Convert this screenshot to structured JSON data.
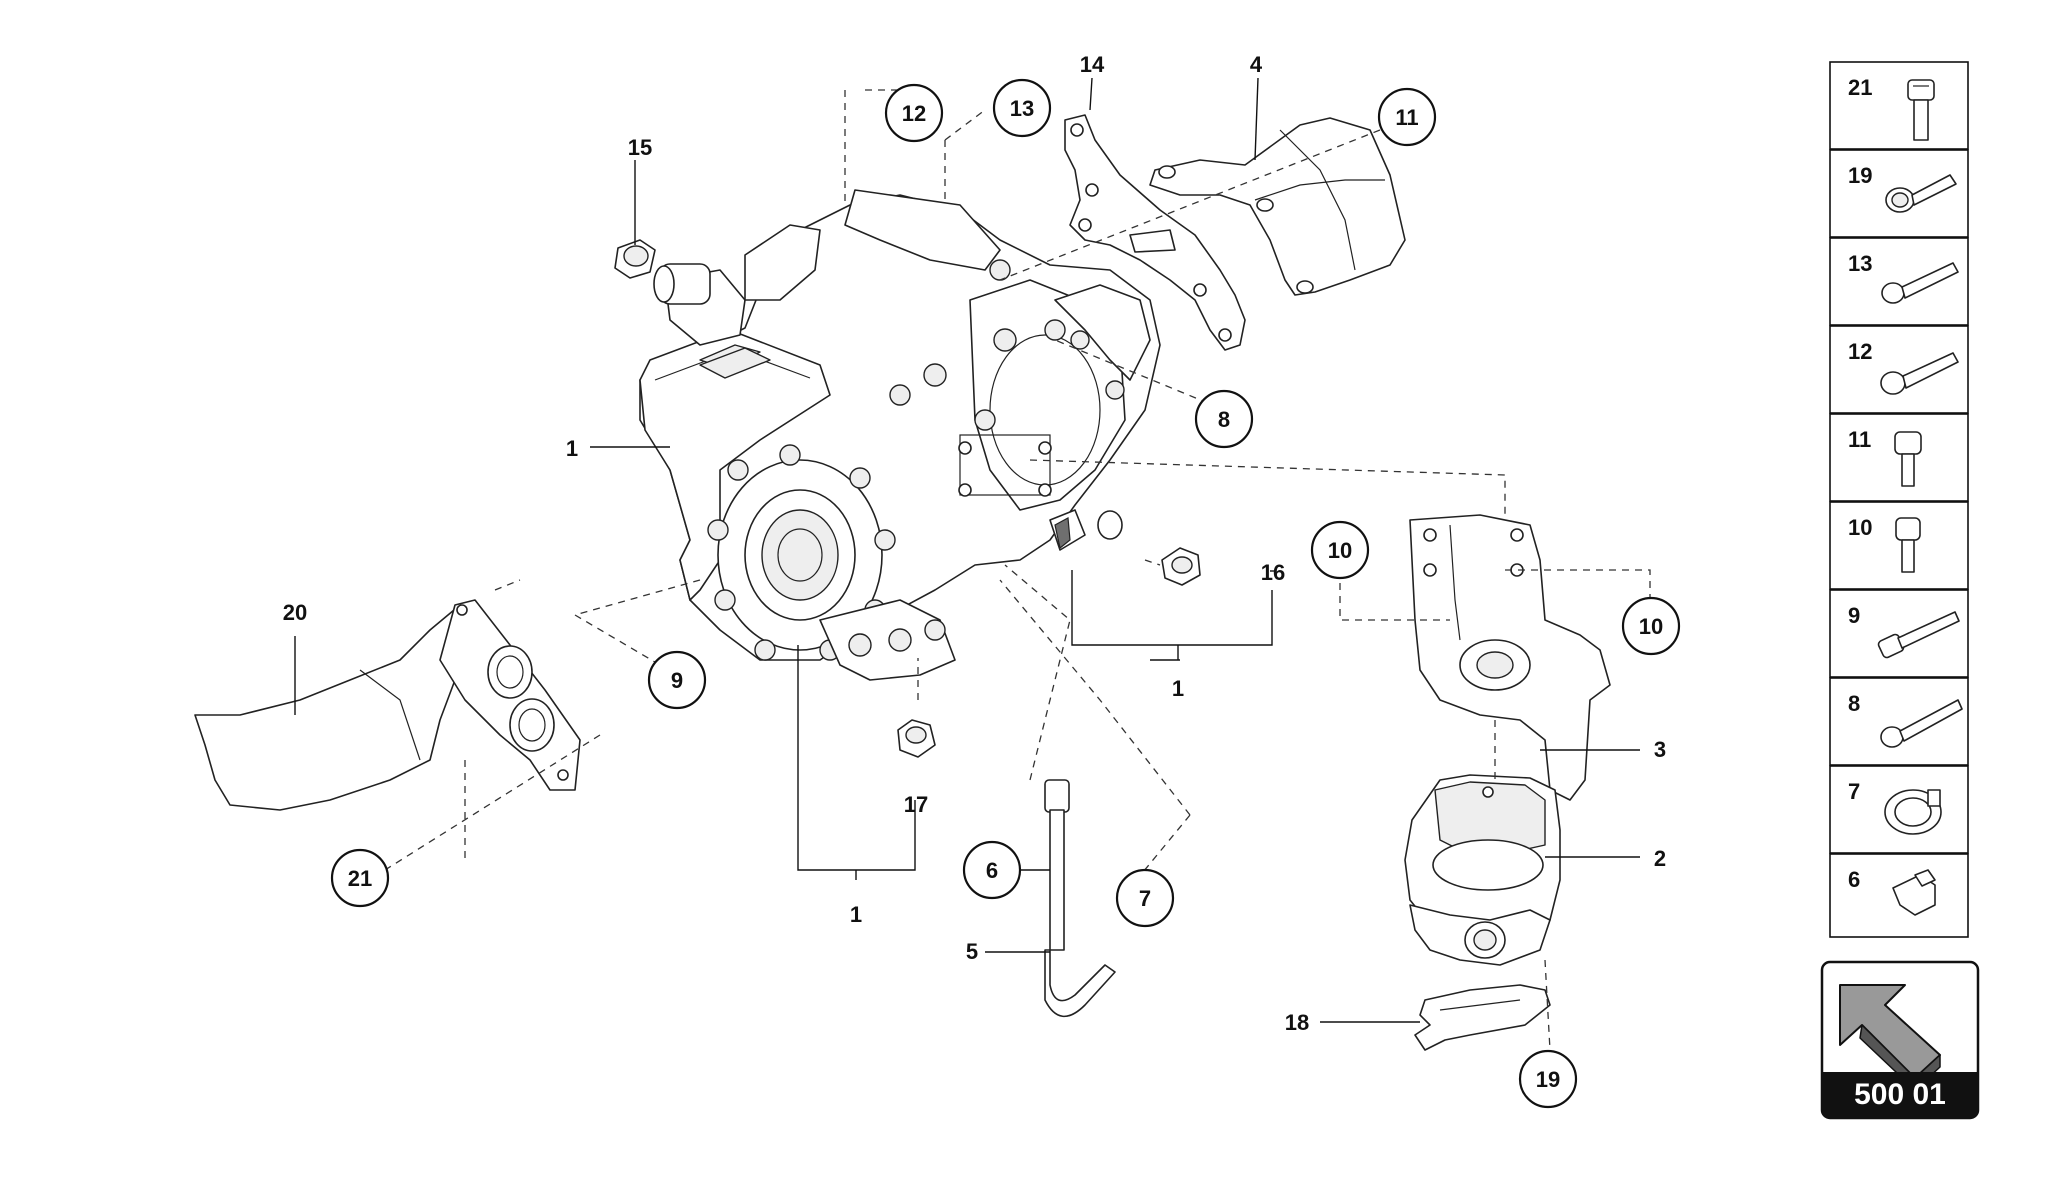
{
  "diagram": {
    "labels": {
      "l1a": "1",
      "l1b": "1",
      "l1c": "1",
      "l2": "2",
      "l3": "3",
      "l4": "4",
      "l5": "5",
      "l14": "14",
      "l15": "15",
      "l16": "16",
      "l17": "17",
      "l18": "18",
      "l20": "20"
    },
    "callouts": {
      "c6": "6",
      "c7": "7",
      "c8": "8",
      "c9": "9",
      "c10a": "10",
      "c10b": "10",
      "c11": "11",
      "c12": "12",
      "c13": "13",
      "c19": "19",
      "c21": "21"
    }
  },
  "legend": {
    "items": [
      "21",
      "19",
      "13",
      "12",
      "11",
      "10",
      "9",
      "8",
      "7",
      "6"
    ]
  },
  "nav": {
    "code": "500 01",
    "icon": "arrow-up-left-icon"
  }
}
